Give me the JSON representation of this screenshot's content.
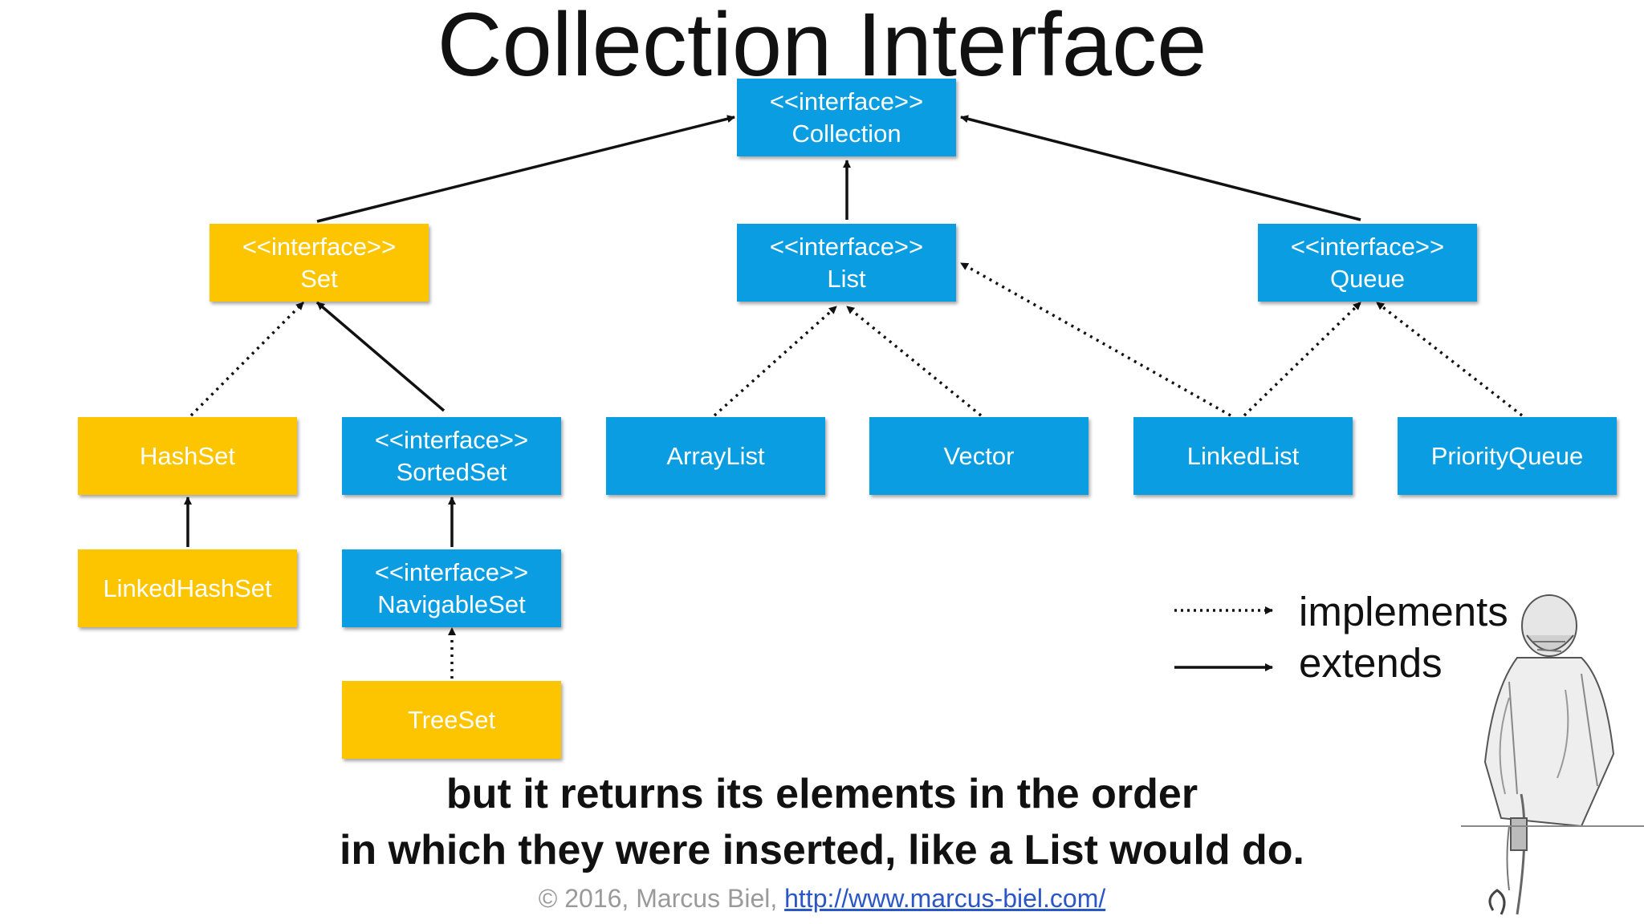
{
  "title": "Collection Interface",
  "colors": {
    "interface": "#0a9de2",
    "set_family": "#fdc400",
    "arrow": "#111111"
  },
  "nodes": {
    "collection": {
      "stereotype": "<<interface>>",
      "name": "Collection"
    },
    "set": {
      "stereotype": "<<interface>>",
      "name": "Set"
    },
    "list": {
      "stereotype": "<<interface>>",
      "name": "List"
    },
    "queue": {
      "stereotype": "<<interface>>",
      "name": "Queue"
    },
    "hashset": {
      "name": "HashSet"
    },
    "sortedset": {
      "stereotype": "<<interface>>",
      "name": "SortedSet"
    },
    "arraylist": {
      "name": "ArrayList"
    },
    "vector": {
      "name": "Vector"
    },
    "linkedlist": {
      "name": "LinkedList"
    },
    "priorityqueue": {
      "name": "PriorityQueue"
    },
    "linkedhashset": {
      "name": "LinkedHashSet"
    },
    "navigableset": {
      "stereotype": "<<interface>>",
      "name": "NavigableSet"
    },
    "treeset": {
      "name": "TreeSet"
    }
  },
  "legend": {
    "implements": "implements",
    "extends": "extends"
  },
  "caption": {
    "line1": "but it returns its elements in the order",
    "line2": "in which they were inserted, like a List would do."
  },
  "footer": {
    "copyright": "© 2016, Marcus Biel, ",
    "link": "http://www.marcus-biel.com/"
  }
}
